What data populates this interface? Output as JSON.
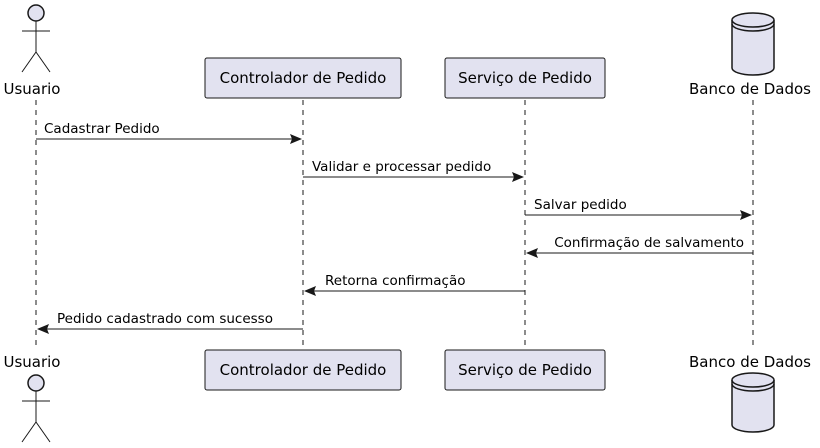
{
  "participants": {
    "usuario": "Usuario",
    "controlador": "Controlador de Pedido",
    "servico": "Serviço de Pedido",
    "banco": "Banco de Dados"
  },
  "messages": [
    {
      "from": "usuario",
      "to": "controlador",
      "label": "Cadastrar Pedido"
    },
    {
      "from": "controlador",
      "to": "servico",
      "label": "Validar e processar pedido"
    },
    {
      "from": "servico",
      "to": "banco",
      "label": "Salvar pedido"
    },
    {
      "from": "banco",
      "to": "servico",
      "label": "Confirmação de salvamento"
    },
    {
      "from": "servico",
      "to": "controlador",
      "label": "Retorna confirmação"
    },
    {
      "from": "controlador",
      "to": "usuario",
      "label": "Pedido cadastrado com sucesso"
    }
  ]
}
